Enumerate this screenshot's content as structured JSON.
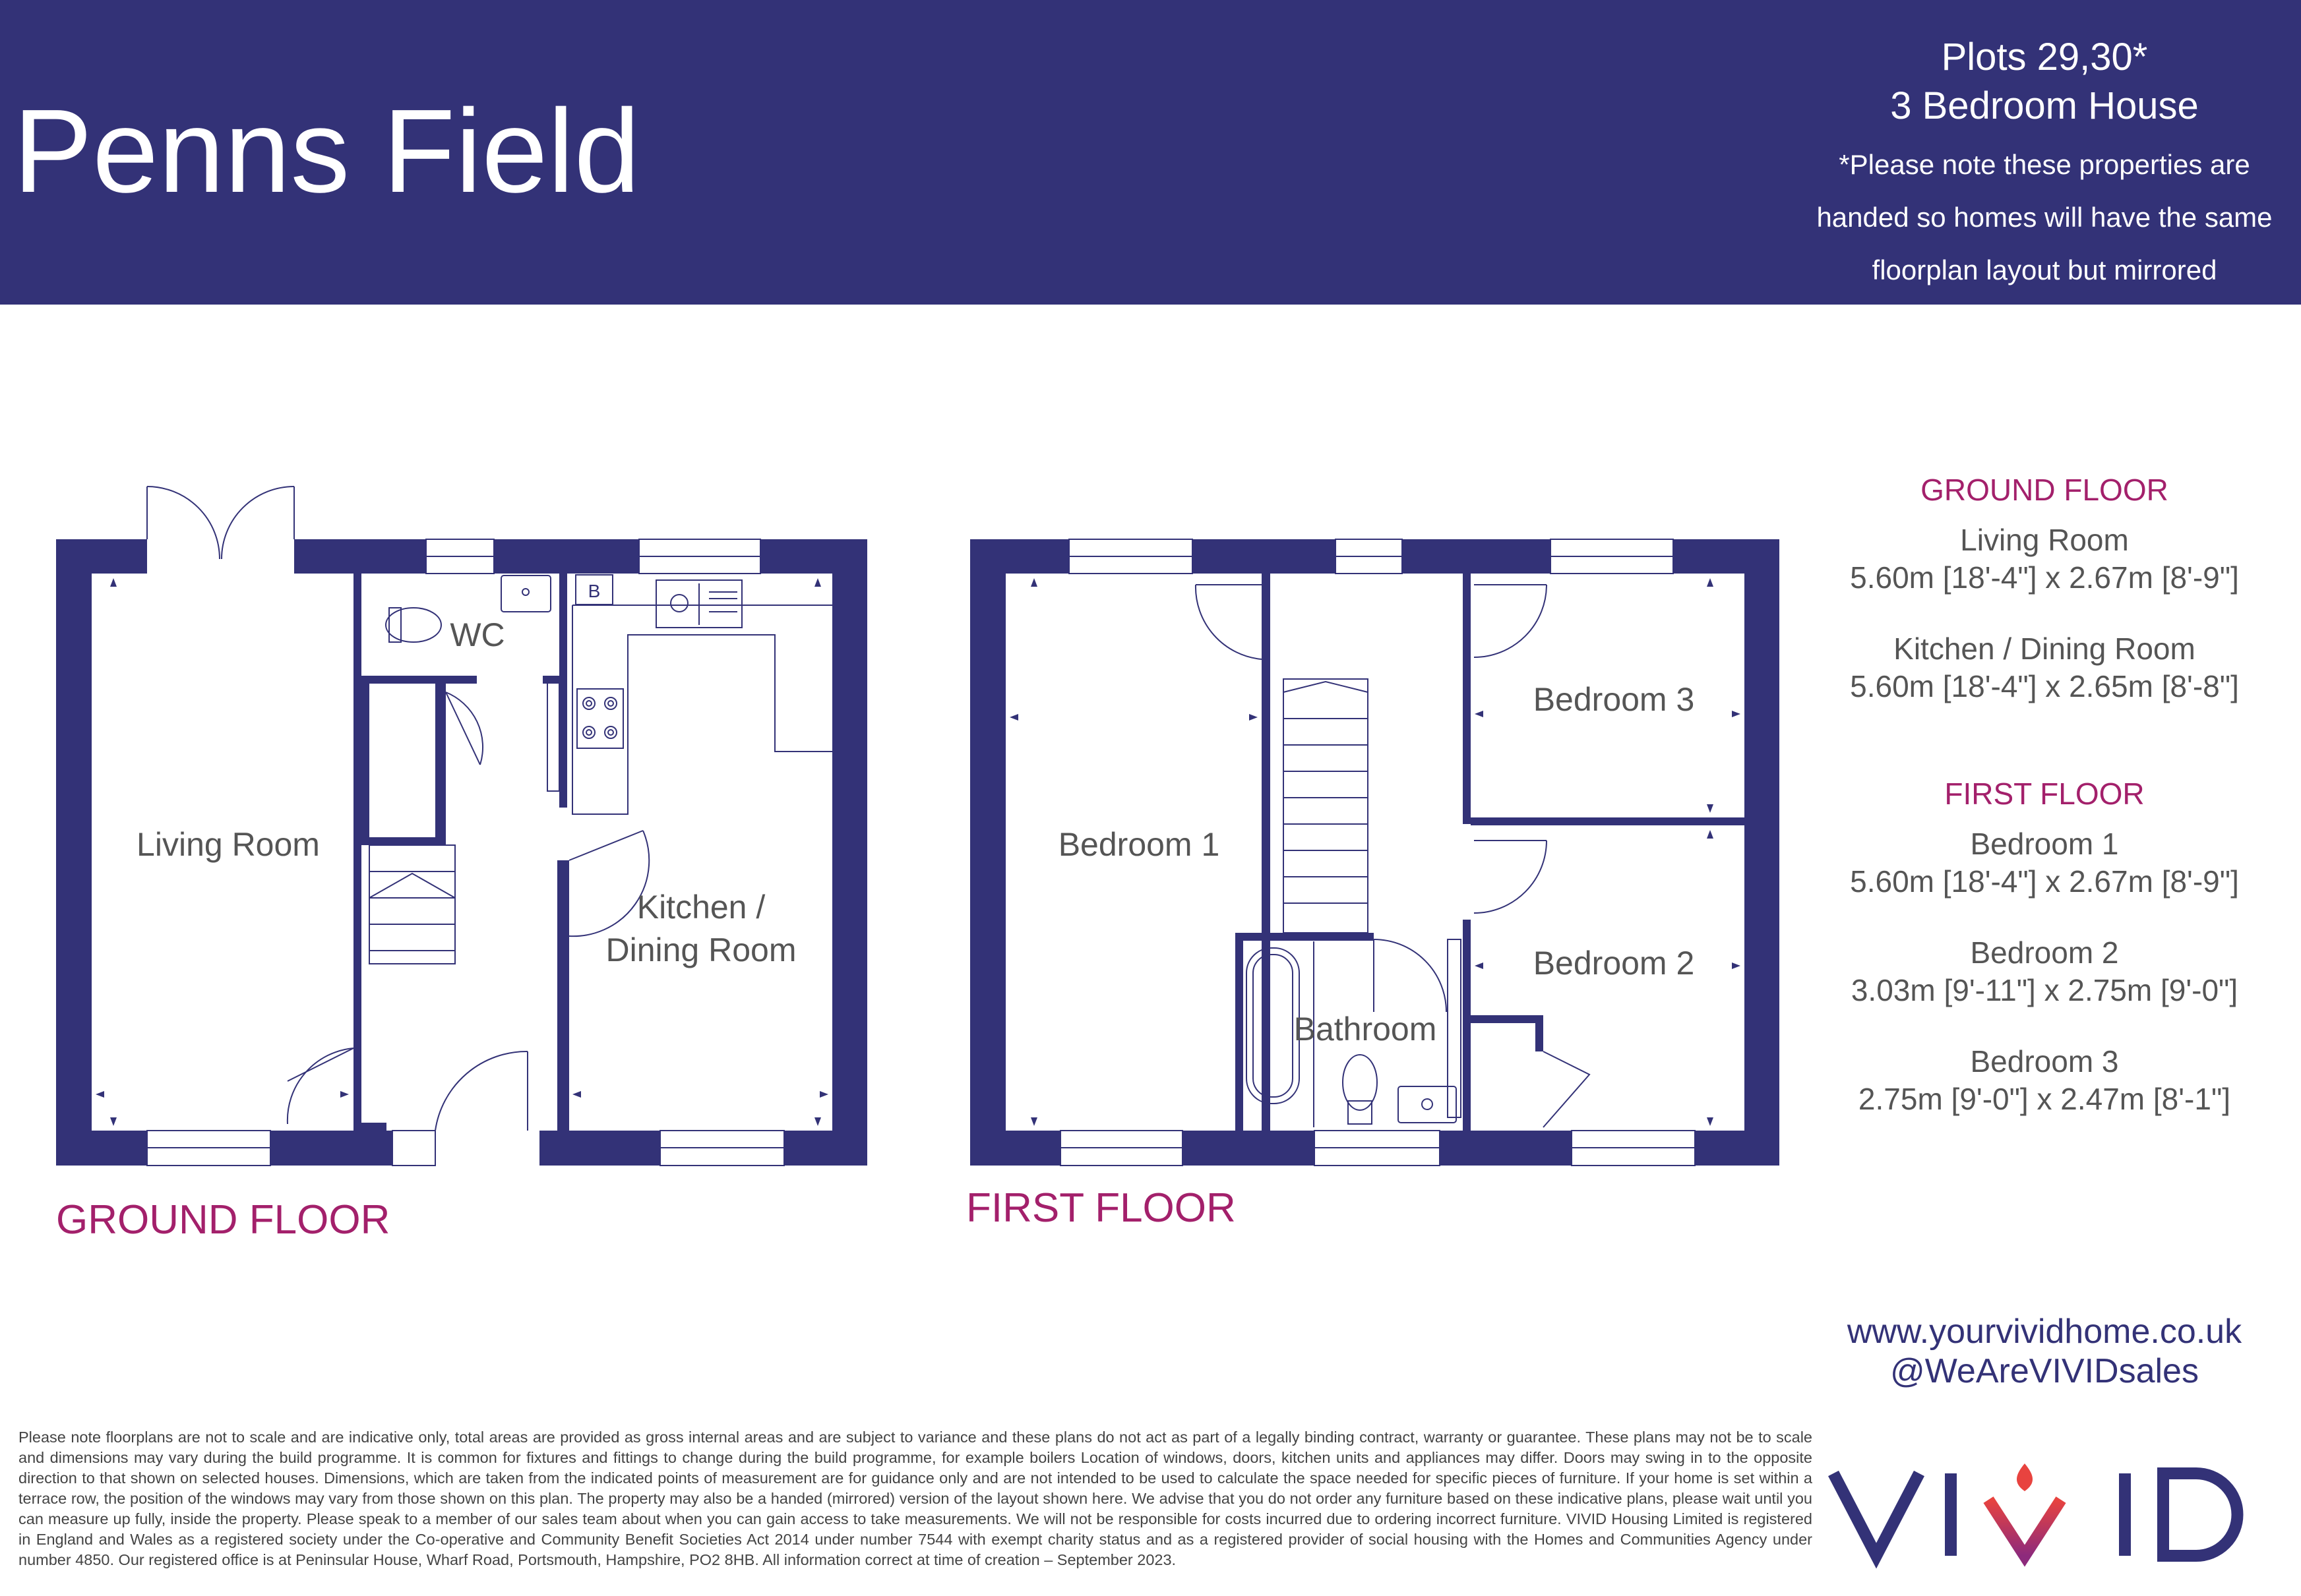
{
  "header": {
    "development": "Penns Field",
    "plots": "Plots 29,30*",
    "house_type": "3 Bedroom House",
    "handed_note": [
      "*Please note these properties are",
      "handed so homes will have the same",
      "floorplan layout but mirrored"
    ]
  },
  "ground_floor": {
    "caption": "GROUND FLOOR",
    "rooms": {
      "living": "Living Room",
      "wc": "WC",
      "kitchen_1": "Kitchen /",
      "kitchen_2": "Dining Room",
      "boiler": "B"
    }
  },
  "first_floor": {
    "caption": "FIRST FLOOR",
    "rooms": {
      "bed1": "Bedroom 1",
      "bed2": "Bedroom 2",
      "bed3": "Bedroom 3",
      "bath": "Bathroom"
    }
  },
  "dimensions": {
    "ground_heading": "GROUND FLOOR",
    "ground_rooms": [
      {
        "name": "Living Room",
        "size": "5.60m [18'-4\"] x 2.67m [8'-9\"]"
      },
      {
        "name": "Kitchen / Dining Room",
        "size": "5.60m [18'-4\"] x 2.65m [8'-8\"]"
      }
    ],
    "first_heading": "FIRST FLOOR",
    "first_rooms": [
      {
        "name": "Bedroom 1",
        "size": "5.60m [18'-4\"]  x 2.67m [8'-9\"]"
      },
      {
        "name": "Bedroom 2",
        "size": "3.03m [9'-11\"] x 2.75m [9'-0\"]"
      },
      {
        "name": "Bedroom 3",
        "size": "2.75m [9'-0\"] x 2.47m [8'-1\"]"
      }
    ]
  },
  "contact": {
    "website": "www.yourvividhome.co.uk",
    "social": "@WeAreVIVIDsales"
  },
  "disclaimer": "Please note floorplans are not to scale and are indicative only, total areas are provided as gross internal areas and are subject to variance and these plans do not act as part of a legally binding contract, warranty or guarantee. These plans may not be to scale and dimensions may vary during the build programme. It is common for fixtures and fittings to change during the build programme, for example boilers  Location of windows, doors, kitchen units and appliances may differ. Doors may swing in to the opposite direction to that shown on selected houses. Dimensions, which are taken from the indicated points of measurement are for guidance only and are not intended to be used to calculate the space needed for specific pieces of furniture. If your home is set within a terrace row, the position of the windows may vary from those shown on this plan. The property may also be a handed (mirrored) version of the layout shown here.  We advise that you do not order any furniture based on these indicative plans, please wait until you can measure up fully, inside the property. Please speak to a member of our sales team about when you can gain access to take measurements. We will not be responsible for costs incurred due to ordering incorrect furniture.  VIVID Housing Limited is registered in England and Wales as a registered society under the Co-operative and Community Benefit Societies Act 2014 under number 7544 with exempt charity status and as a registered provider of social housing with the Homes and Communities Agency under number 4850. Our registered office is at Peninsular House, Wharf Road, Portsmouth, Hampshire, PO2 8HB.  All information correct at time of creation – September 2023.",
  "logo": {
    "text": "VIVID",
    "colors": {
      "navy": "#333277",
      "accent": "#e8433f",
      "caption": "#a3206b"
    }
  }
}
